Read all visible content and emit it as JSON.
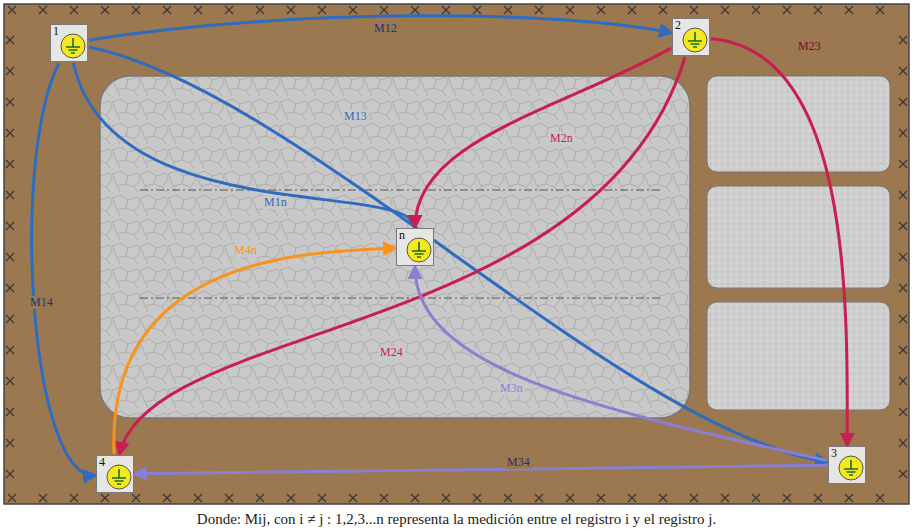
{
  "diagram": {
    "caption": "Donde: Mij, con i ≠ j : 1,2,3...n representa la medición entre el registro i y el registro j.",
    "nodes": [
      {
        "text": [
          "1"
        ]
      },
      {
        "text": [
          "2"
        ]
      },
      {
        "text": [
          "n"
        ]
      },
      {
        "text": [
          "4"
        ]
      },
      {
        "text": [
          "3"
        ]
      }
    ],
    "edges": [
      {
        "from": 0,
        "to": 1,
        "arrow": "to",
        "label": "M12"
      },
      {
        "from": 0,
        "to": 4,
        "arrow": "to",
        "label": "M13"
      },
      {
        "from": 0,
        "to": 3,
        "arrow": "to",
        "label": "M14"
      },
      {
        "from": 0,
        "to": 2,
        "arrow": "to",
        "label": "M1n"
      },
      {
        "from": 1,
        "to": 2,
        "arrow": "to",
        "label": "M2n"
      },
      {
        "from": 1,
        "to": 4,
        "arrow": "to",
        "label": "M23"
      },
      {
        "from": 1,
        "to": 3,
        "arrow": "to",
        "label": "M24"
      },
      {
        "from": 3,
        "to": 2,
        "arrow": "to",
        "label": "M4n"
      },
      {
        "from": 4,
        "to": 2,
        "arrow": "to",
        "label": "M3n"
      },
      {
        "from": 4,
        "to": 3,
        "arrow": "to",
        "label": "M34"
      }
    ]
  }
}
